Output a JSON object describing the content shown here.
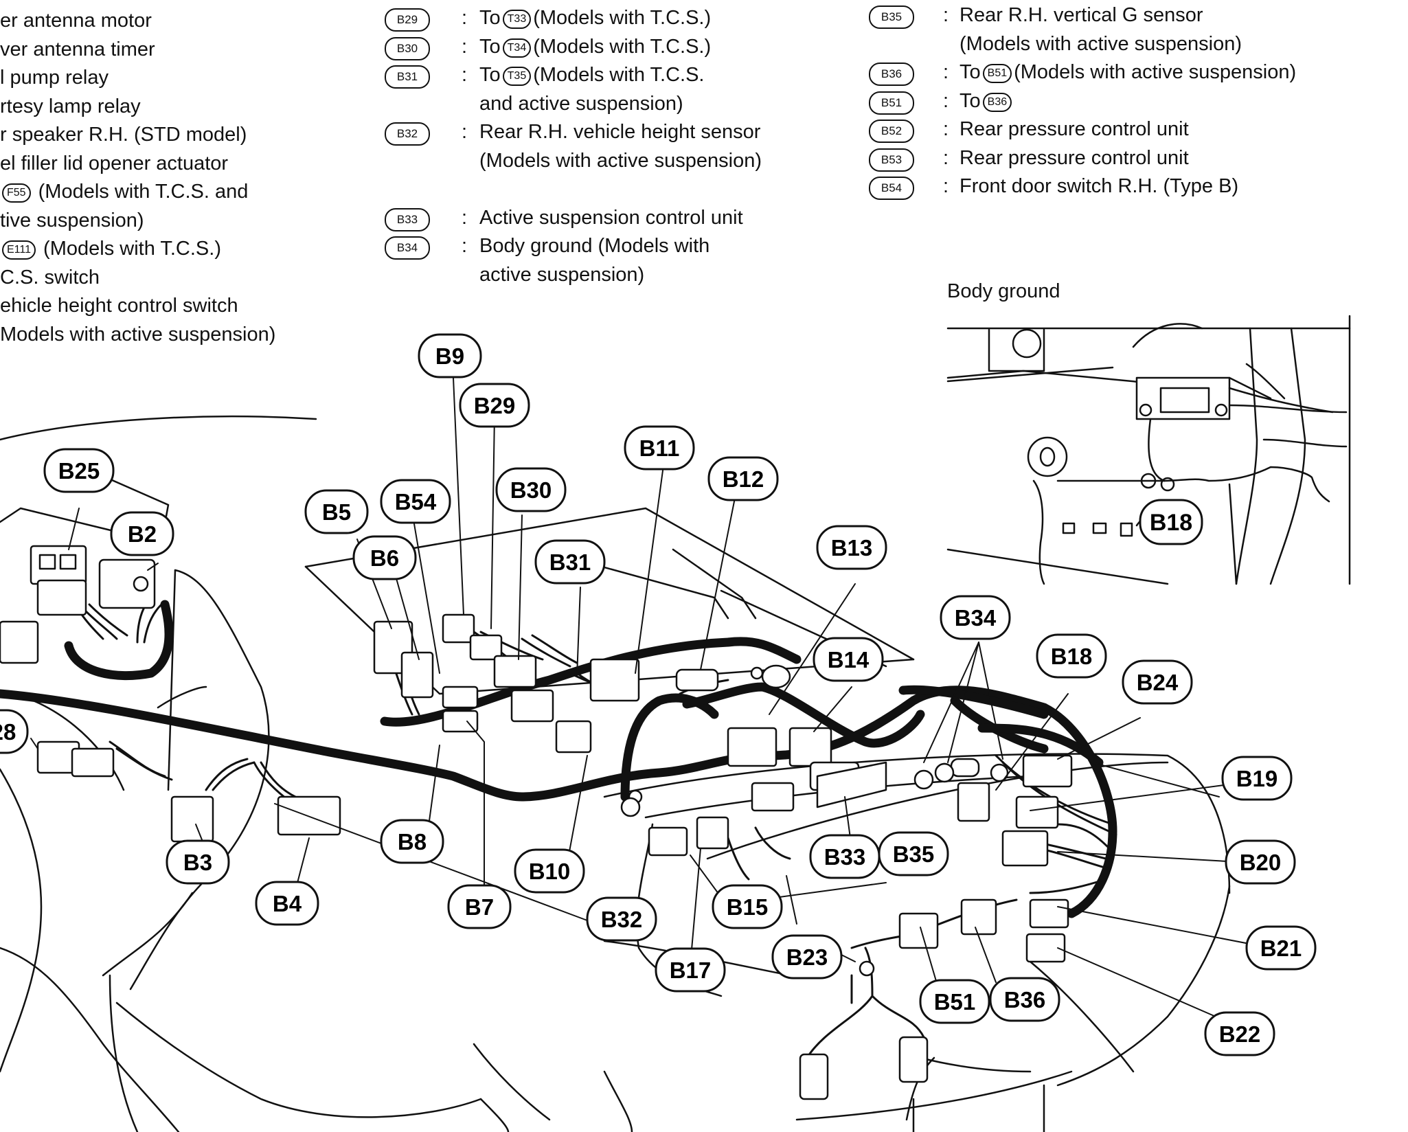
{
  "left_legend": [
    "er antenna motor",
    "ver antenna timer",
    "l pump relay",
    "rtesy lamp relay",
    "r speaker R.H. (STD model)",
    "el filler lid opener actuator",
    {
      "pre": "",
      "ref": "F55",
      "post": "(Models with T.C.S. and"
    },
    "tive suspension)",
    {
      "pre": "",
      "ref": "E111",
      "post": "(Models with T.C.S.)"
    },
    "C.S. switch",
    "ehicle height control switch",
    "Models with active suspension)"
  ],
  "mid_legend": [
    {
      "code": "B29",
      "lines": [
        {
          "pre": "To",
          "ref": "T33",
          "post": "(Models with T.C.S.)"
        }
      ]
    },
    {
      "code": "B30",
      "lines": [
        {
          "pre": "To",
          "ref": "T34",
          "post": "(Models with T.C.S.)"
        }
      ]
    },
    {
      "code": "B31",
      "lines": [
        {
          "pre": "To",
          "ref": "T35",
          "post": "(Models with T.C.S."
        },
        {
          "pre": "and active suspension)"
        }
      ]
    },
    {
      "code": "B32",
      "lines": [
        {
          "pre": "Rear R.H. vehicle height sensor"
        },
        {
          "pre": "(Models with active suspension)"
        }
      ]
    },
    {
      "code": "",
      "lines": [
        {
          "pre": ""
        }
      ]
    },
    {
      "code": "B33",
      "lines": [
        {
          "pre": "Active suspension control unit"
        }
      ]
    },
    {
      "code": "B34",
      "lines": [
        {
          "pre": "Body ground (Models with"
        },
        {
          "pre": "active suspension)"
        }
      ]
    }
  ],
  "right_legend": [
    {
      "code": "B35",
      "lines": [
        {
          "pre": "Rear R.H. vertical G sensor"
        },
        {
          "pre": "(Models with active suspension)"
        }
      ]
    },
    {
      "code": "B36",
      "lines": [
        {
          "pre": "To",
          "ref": "B51",
          "post": "(Models with active suspension)"
        }
      ]
    },
    {
      "code": "B51",
      "lines": [
        {
          "pre": "To",
          "ref": "B36",
          "post": ""
        }
      ]
    },
    {
      "code": "B52",
      "lines": [
        {
          "pre": "Rear pressure control unit"
        }
      ]
    },
    {
      "code": "B53",
      "lines": [
        {
          "pre": "Rear pressure control unit"
        }
      ]
    },
    {
      "code": "B54",
      "lines": [
        {
          "pre": "Front door switch R.H. (Type B)"
        }
      ]
    }
  ],
  "inset_title": "Body ground",
  "inset_label": "B18",
  "callouts": [
    {
      "id": "B9",
      "label": "B9"
    },
    {
      "id": "B29",
      "label": "B29"
    },
    {
      "id": "B25",
      "label": "B25"
    },
    {
      "id": "B2",
      "label": "B2"
    },
    {
      "id": "B5",
      "label": "B5"
    },
    {
      "id": "B54",
      "label": "B54"
    },
    {
      "id": "B30",
      "label": "B30"
    },
    {
      "id": "B11",
      "label": "B11"
    },
    {
      "id": "B12",
      "label": "B12"
    },
    {
      "id": "B6",
      "label": "B6"
    },
    {
      "id": "B31",
      "label": "B31"
    },
    {
      "id": "B13",
      "label": "B13"
    },
    {
      "id": "B34",
      "label": "B34"
    },
    {
      "id": "B14",
      "label": "B14"
    },
    {
      "id": "B18",
      "label": "B18"
    },
    {
      "id": "B24",
      "label": "B24"
    },
    {
      "id": "B28",
      "label": "28"
    },
    {
      "id": "B19",
      "label": "B19"
    },
    {
      "id": "B8",
      "label": "B8"
    },
    {
      "id": "B3",
      "label": "B3"
    },
    {
      "id": "B10",
      "label": "B10"
    },
    {
      "id": "B33",
      "label": "B33"
    },
    {
      "id": "B35",
      "label": "B35"
    },
    {
      "id": "B20",
      "label": "B20"
    },
    {
      "id": "B4",
      "label": "B4"
    },
    {
      "id": "B7",
      "label": "B7"
    },
    {
      "id": "B32",
      "label": "B32"
    },
    {
      "id": "B15",
      "label": "B15"
    },
    {
      "id": "B21",
      "label": "B21"
    },
    {
      "id": "B23",
      "label": "B23"
    },
    {
      "id": "B17",
      "label": "B17"
    },
    {
      "id": "B51",
      "label": "B51"
    },
    {
      "id": "B36",
      "label": "B36"
    },
    {
      "id": "B22",
      "label": "B22"
    }
  ]
}
